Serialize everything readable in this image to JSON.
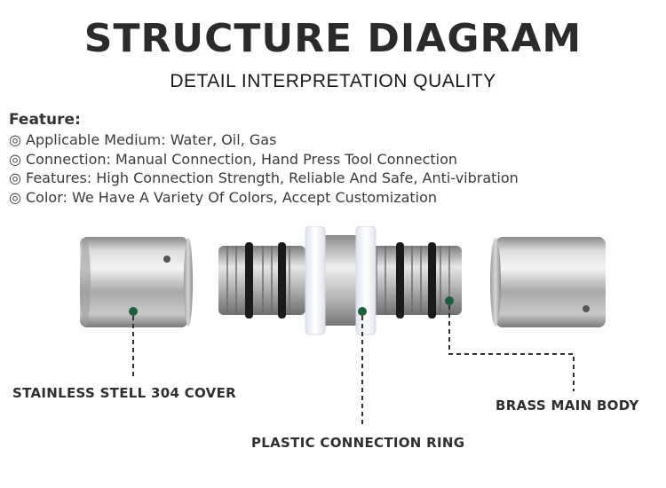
{
  "header": {
    "title": "STRUCTURE DIAGRAM",
    "subtitle": "DETAIL INTERPRETATION QUALITY"
  },
  "features": {
    "heading": "Feature:",
    "bullet": "◎",
    "items": [
      "Applicable Medium: Water, Oil, Gas",
      "Connection: Manual Connection, Hand Press Tool Connection",
      "Features: High Connection Strength, Reliable And Safe, Anti-vibration",
      "Color: We Have A Variety Of Colors, Accept Customization"
    ]
  },
  "callouts": {
    "cover": "STAINLESS STELL 304 COVER",
    "ring": "PLASTIC CONNECTION RING",
    "body": "BRASS MAIN BODY"
  },
  "colors": {
    "marker": "#1e5e3e",
    "steel": "#b9b9b9",
    "ring": "#f2f4f7"
  }
}
